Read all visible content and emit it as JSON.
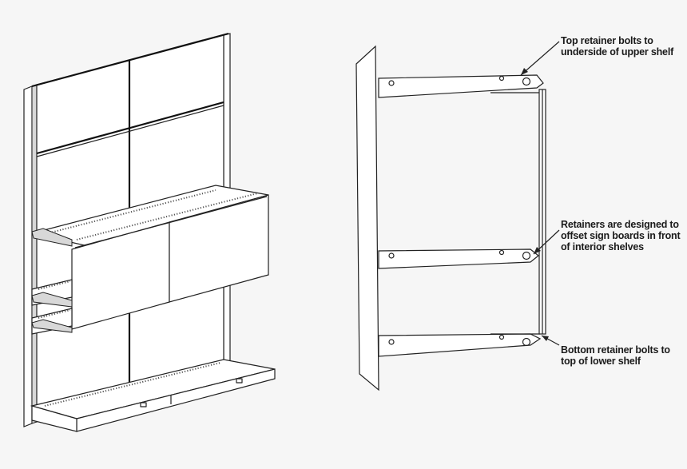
{
  "figure": {
    "left_view": "Assembled gondola shelving unit",
    "right_view": "Side view of sign board retainers",
    "callouts": [
      {
        "id": "top",
        "lines": [
          "Top retainer bolts to",
          "underside of upper shelf"
        ]
      },
      {
        "id": "middle",
        "lines": [
          "Retainers are designed to",
          "offset sign boards in front",
          "of interior shelves"
        ]
      },
      {
        "id": "bottom",
        "lines": [
          "Bottom retainer bolts to",
          "top of lower shelf"
        ]
      }
    ]
  },
  "colors": {
    "background": "#f6f6f6",
    "line": "#222222",
    "panel": "#ffffff"
  }
}
